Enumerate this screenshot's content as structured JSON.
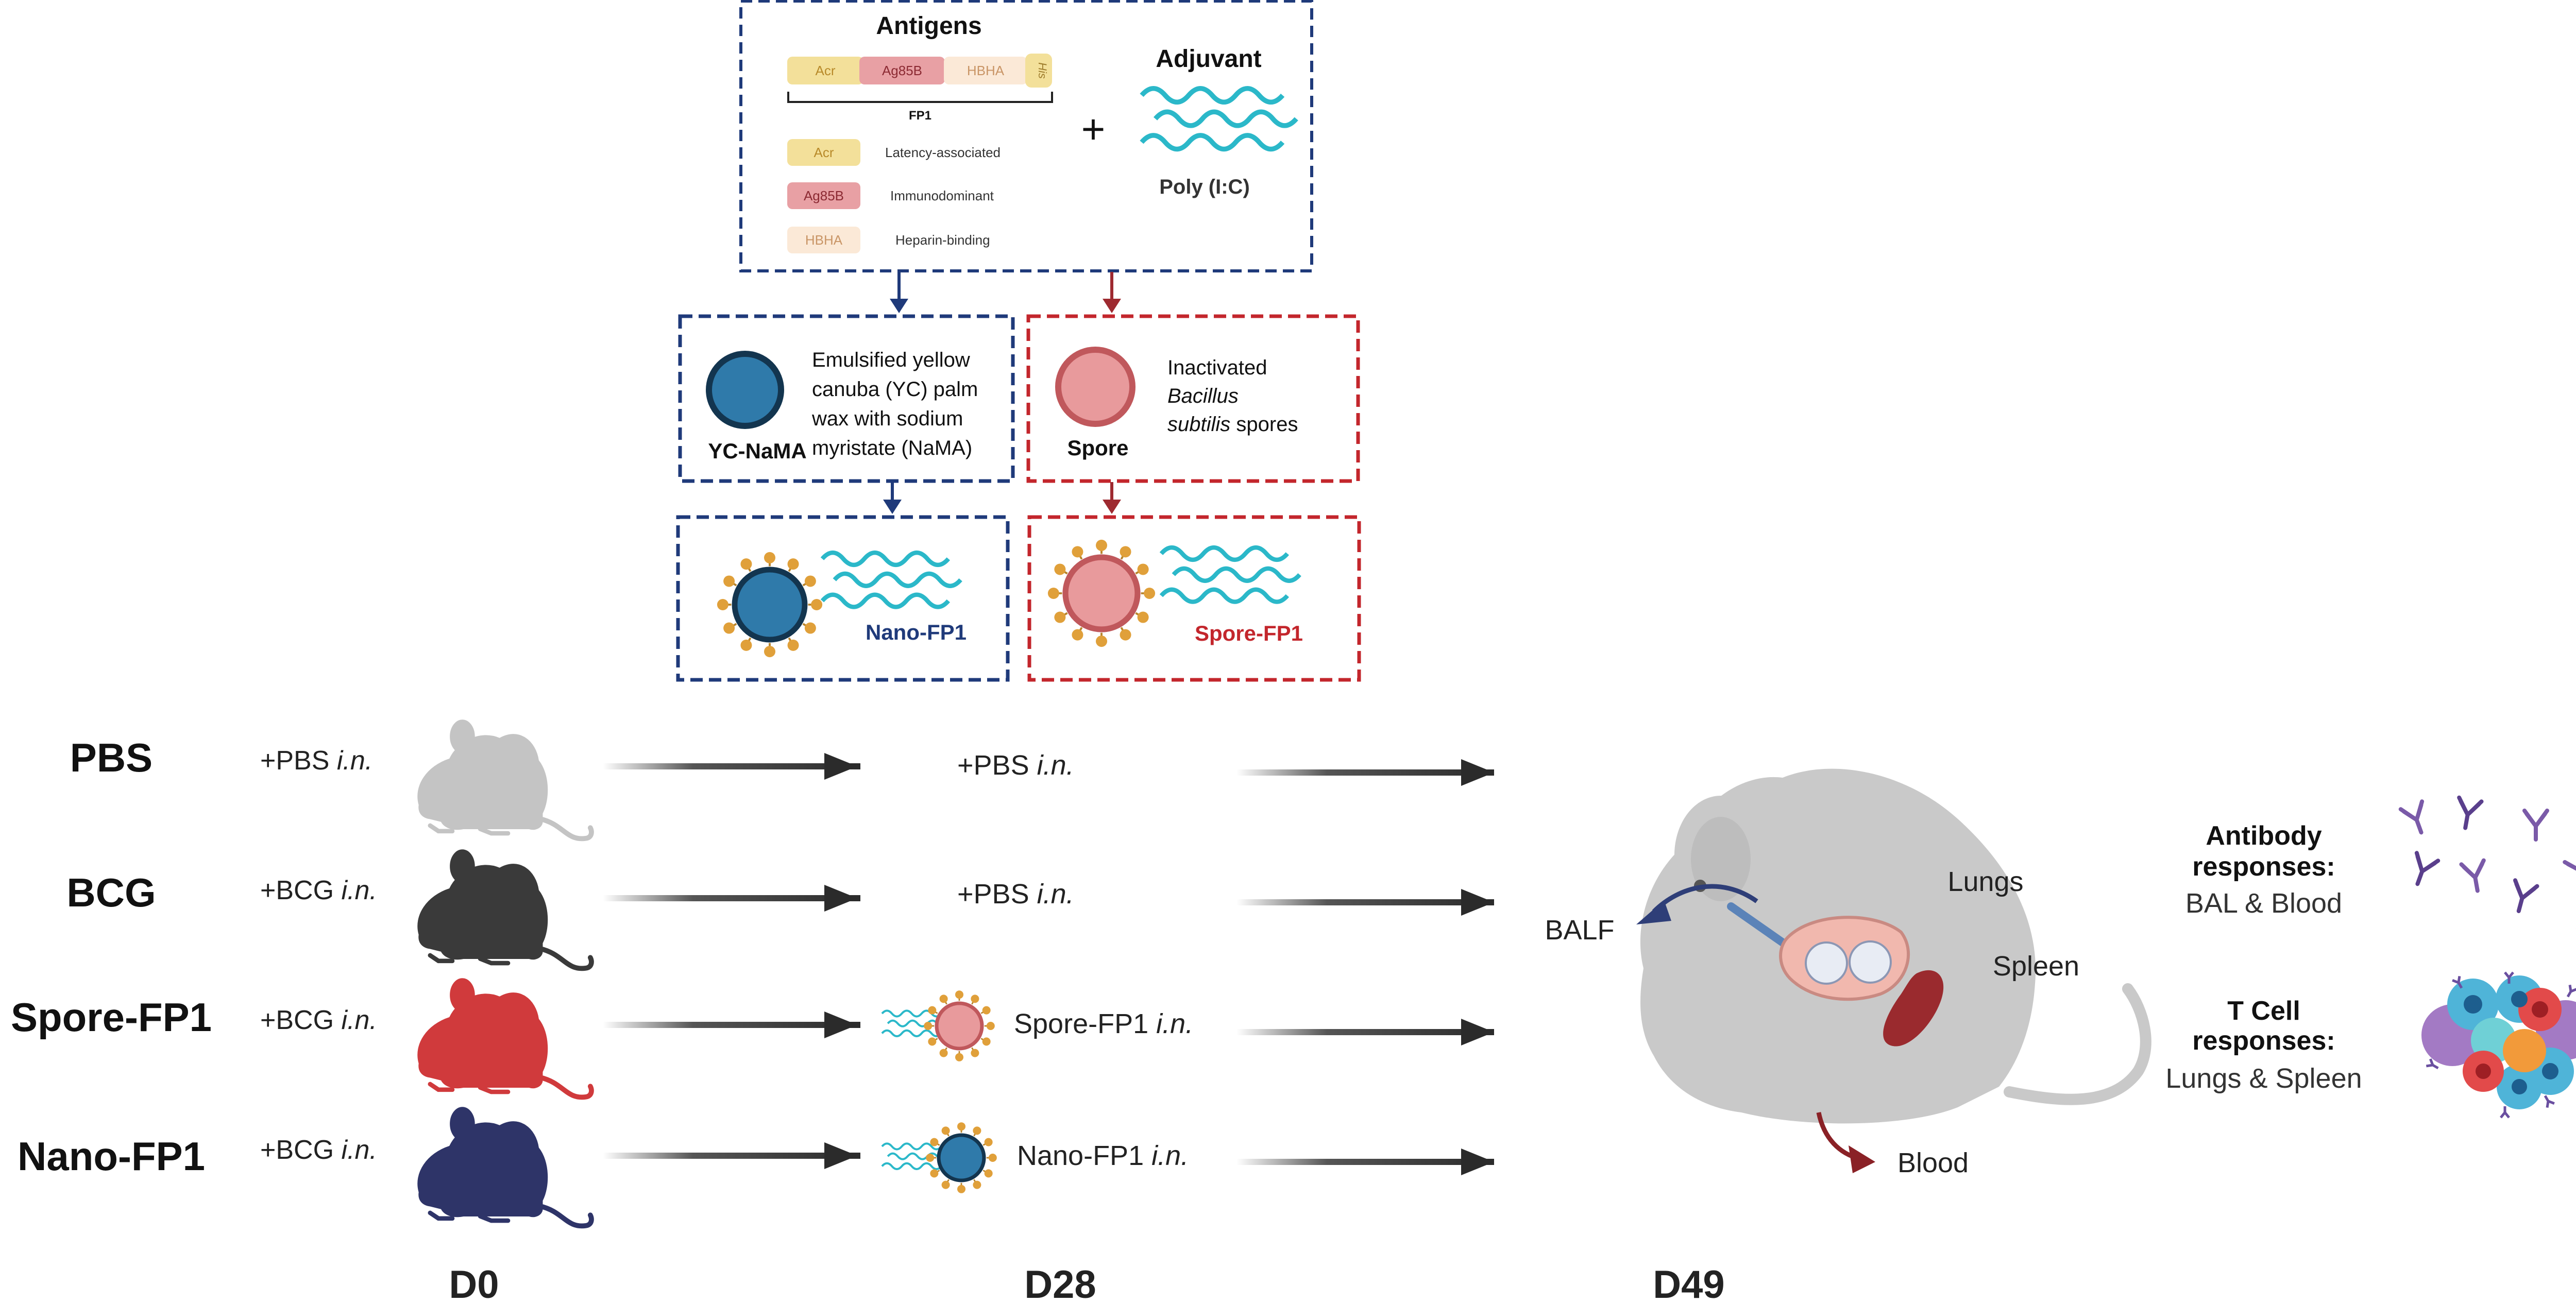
{
  "antigens_box": {
    "title": "Antigens",
    "fusion_segments": [
      {
        "label": "Acr",
        "color": "#f3e09a",
        "text_color": "#b88a2a"
      },
      {
        "label": "Ag85B",
        "color": "#e8a0a4",
        "text_color": "#8c2a33"
      },
      {
        "label": "HBHA",
        "color": "#fbe9d7",
        "text_color": "#c99566"
      },
      {
        "label": "His",
        "color": "#f3e09a",
        "text_color": "#9c7a2a"
      }
    ],
    "fusion_label": "FP1",
    "legend": [
      {
        "label": "Acr",
        "desc": "Latency-associated",
        "color": "#f3e09a",
        "text_color": "#b88a2a"
      },
      {
        "label": "Ag85B",
        "desc": "Immunodominant",
        "color": "#e8a0a4",
        "text_color": "#8c2a33"
      },
      {
        "label": "HBHA",
        "desc": "Heparin-binding",
        "color": "#fbe9d7",
        "text_color": "#c99566"
      }
    ],
    "plus": "+",
    "adjuvant_title": "Adjuvant",
    "adjuvant_name": "Poly (I:C)"
  },
  "carriers": {
    "yc": {
      "name": "YC-NaMA",
      "desc_lines": [
        "Emulsified yellow",
        "canuba (YC) palm",
        "wax with sodium",
        "myristate (NaMA)"
      ]
    },
    "spore": {
      "name": "Spore",
      "desc_lines": [
        "Inactivated",
        "Bacillus",
        "subtilis spores"
      ]
    }
  },
  "formulations": {
    "nano": {
      "name": "Nano-FP1"
    },
    "spore": {
      "name": "Spore-FP1"
    }
  },
  "groups": [
    {
      "name": "PBS",
      "d0": "+PBS",
      "d28": "+PBS",
      "mouse_color": "#c4c4c4",
      "d28_particle": "none"
    },
    {
      "name": "BCG",
      "d0": "+BCG",
      "d28": "+PBS",
      "mouse_color": "#3a3a3a",
      "d28_particle": "none"
    },
    {
      "name": "Spore-FP1",
      "d0": "+BCG",
      "d28": "Spore-FP1",
      "mouse_color": "#d03a3c",
      "d28_particle": "spore"
    },
    {
      "name": "Nano-FP1",
      "d0": "+BCG",
      "d28": "Nano-FP1",
      "mouse_color": "#2e3468",
      "d28_particle": "nano"
    }
  ],
  "route_suffix": "i.n.",
  "timepoints": [
    "D0",
    "D28",
    "D49"
  ],
  "endpoint": {
    "balf": "BALF",
    "lungs": "Lungs",
    "spleen": "Spleen",
    "blood": "Blood"
  },
  "readouts": {
    "antibody": {
      "title_lines": [
        "Antibody",
        "responses:"
      ],
      "sub": "BAL & Blood"
    },
    "tcell": {
      "title_lines": [
        "T Cell",
        "responses:"
      ],
      "sub": "Lungs & Spleen"
    }
  },
  "colors": {
    "navy": "#1f3a7a",
    "red": "#c3262c",
    "teal_wave": "#2bb8c9",
    "nano_core": "#2f7aaa",
    "spore_core": "#e89a9c",
    "bead": "#e0a03a",
    "arrow": "#2b2b2b"
  }
}
